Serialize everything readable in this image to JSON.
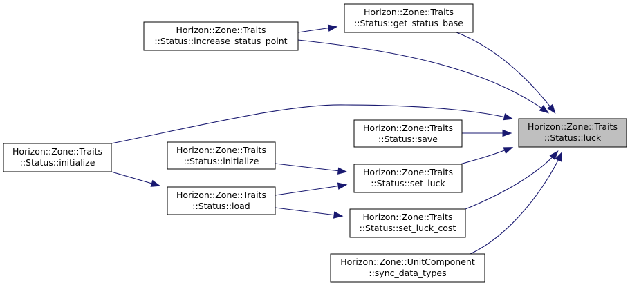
{
  "nodes": [
    {
      "id": "luck",
      "line1": "Horizon::Zone::Traits",
      "line2": "::Status::luck",
      "focus": true
    },
    {
      "id": "get_status_base",
      "line1": "Horizon::Zone::Traits",
      "line2": "::Status::get_status_base"
    },
    {
      "id": "increase_status_point",
      "line1": "Horizon::Zone::Traits",
      "line2": "::Status::increase_status_point"
    },
    {
      "id": "initialize_left",
      "line1": "Horizon::Zone::Traits",
      "line2": "::Status::initialize"
    },
    {
      "id": "save",
      "line1": "Horizon::Zone::Traits",
      "line2": "::Status::save"
    },
    {
      "id": "initialize_mid",
      "line1": "Horizon::Zone::Traits",
      "line2": "::Status::initialize"
    },
    {
      "id": "set_luck",
      "line1": "Horizon::Zone::Traits",
      "line2": "::Status::set_luck"
    },
    {
      "id": "load",
      "line1": "Horizon::Zone::Traits",
      "line2": "::Status::load"
    },
    {
      "id": "set_luck_cost",
      "line1": "Horizon::Zone::Traits",
      "line2": "::Status::set_luck_cost"
    },
    {
      "id": "sync_data_types",
      "line1": "Horizon::Zone::UnitComponent",
      "line2": "::sync_data_types"
    }
  ],
  "edges": [
    {
      "from": "increase_status_point",
      "to": "get_status_base"
    },
    {
      "from": "get_status_base",
      "to": "luck"
    },
    {
      "from": "increase_status_point",
      "to": "luck"
    },
    {
      "from": "initialize_left",
      "to": "luck"
    },
    {
      "from": "save",
      "to": "luck"
    },
    {
      "from": "set_luck",
      "to": "luck"
    },
    {
      "from": "set_luck_cost",
      "to": "luck"
    },
    {
      "from": "sync_data_types",
      "to": "luck"
    },
    {
      "from": "initialize_mid",
      "to": "set_luck"
    },
    {
      "from": "load",
      "to": "set_luck"
    },
    {
      "from": "initialize_left",
      "to": "load"
    },
    {
      "from": "load",
      "to": "set_luck_cost"
    }
  ]
}
